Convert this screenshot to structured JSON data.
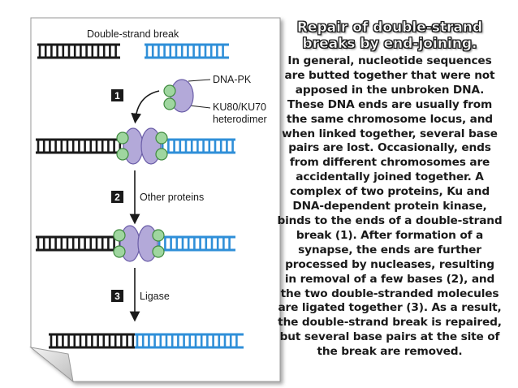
{
  "slide": {
    "title_lines": [
      "Repair of double-strand",
      "breaks by end-joining."
    ],
    "body_lines": [
      "In general, nucleotide sequences",
      "are butted together that were not",
      "apposed in the unbroken DNA.",
      "These DNA ends are usually from",
      "the same chromosome locus, and",
      "when linked together, several base",
      "pairs are lost. Occasionally, ends",
      "from different chromosomes are",
      "accidentally joined together. A",
      "complex of two proteins, Ku and",
      "DNA-dependent protein kinase,",
      "binds to the ends of a double-strand",
      "break (1). After formation of a",
      "synapse, the ends are further",
      "processed by nucleases, resulting",
      "in removal of a few bases (2), and",
      "the two double-stranded  molecules",
      "are ligated together (3). As a result,",
      "the double-strand break is repaired,",
      "but several base pairs at the site of",
      "the break are removed."
    ]
  },
  "diagram": {
    "header_label": "Double-strand break",
    "labels": {
      "dna_pk": "DNA-PK",
      "ku_line1": "KU80/KU70",
      "ku_line2": "heterodimer",
      "other_proteins": "Other proteins",
      "ligase": "Ligase"
    },
    "steps": [
      "1",
      "2",
      "3"
    ],
    "colors": {
      "black_dna": "#1a1a1a",
      "blue_dna": "#2f8fd8",
      "dna_pk": "#b3a9d9",
      "dna_pk_edge": "#6b5ea8",
      "ku": "#9fd69f",
      "ku_edge": "#3f8a3f",
      "step_box": "#1a1a1a",
      "page_fold": "#d9d9d9"
    }
  }
}
